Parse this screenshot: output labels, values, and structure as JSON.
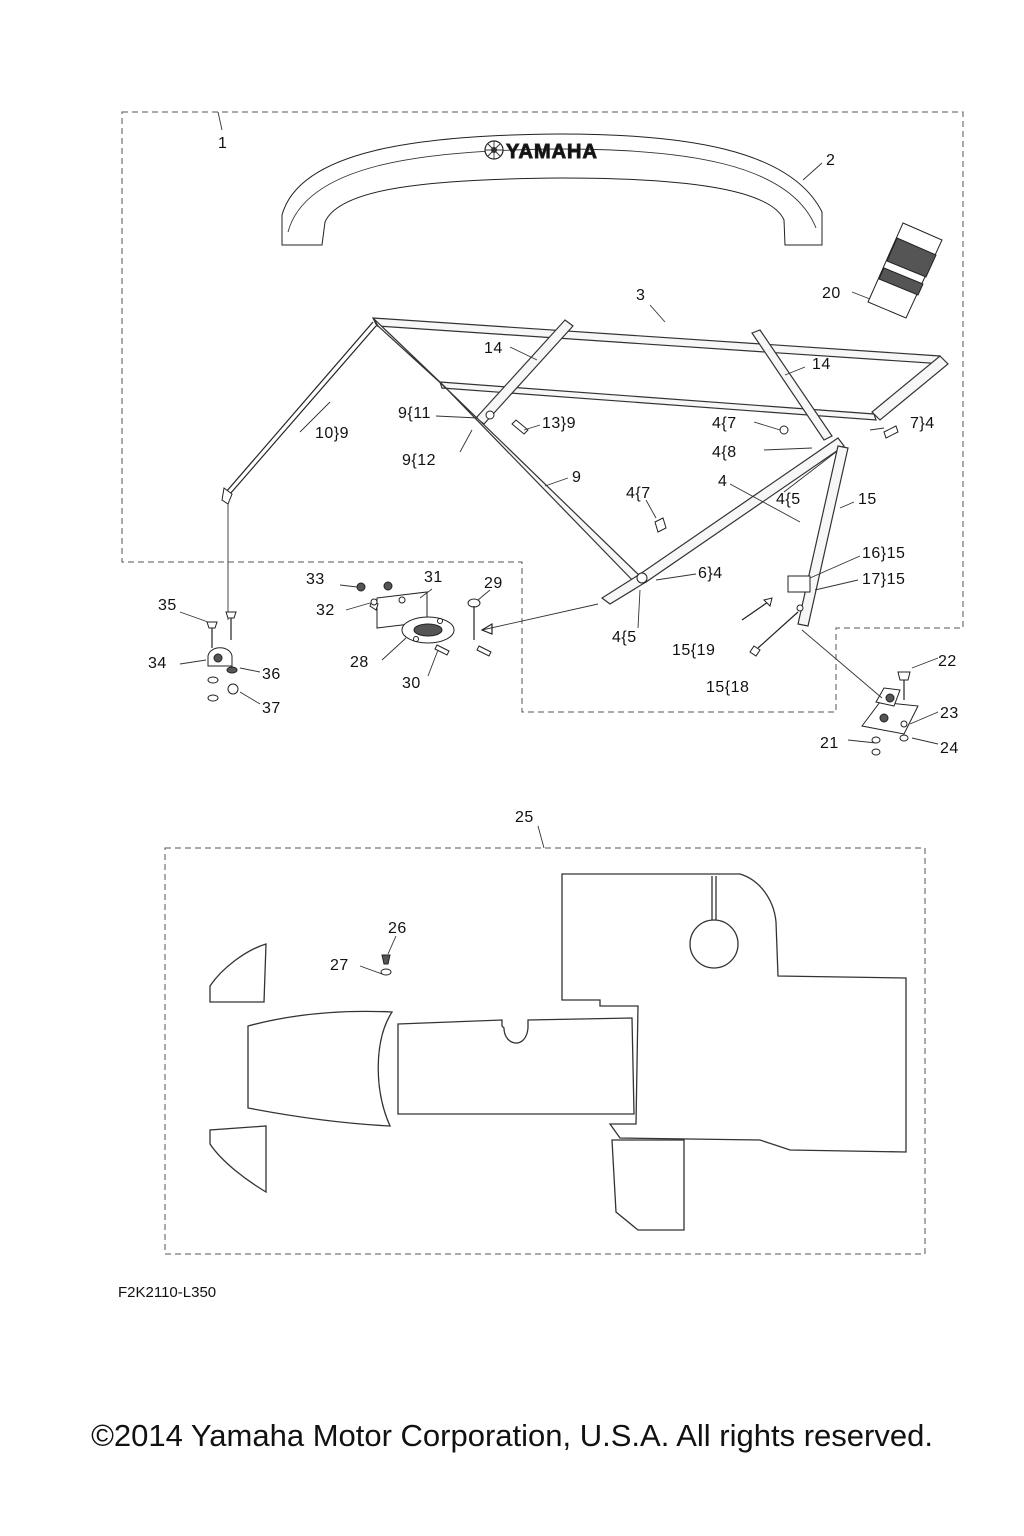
{
  "brand_logo_text": "YAMAHA",
  "drawing_code": "F2K2110-L350",
  "copyright": "©2014 Yamaha Motor Corporation, U.S.A. All rights reserved.",
  "callouts": {
    "c1": "1",
    "c2": "2",
    "c3": "3",
    "c4a": "4",
    "c4_7a": "4{7",
    "c7_4": "7}4",
    "c4_8": "4{8",
    "c4_5a": "4{5",
    "c4_7b": "4{7",
    "c6_4": "6}4",
    "c4_5b": "4{5",
    "c9": "9",
    "c9_11": "9{11",
    "c9_12": "9{12",
    "c10_9": "10}9",
    "c13_9": "13}9",
    "c14a": "14",
    "c14b": "14",
    "c15": "15",
    "c16_15": "16}15",
    "c17_15": "17}15",
    "c15_19": "15{19",
    "c15_18": "15{18",
    "c20": "20",
    "c21": "21",
    "c22": "22",
    "c23": "23",
    "c24": "24",
    "c25": "25",
    "c26": "26",
    "c27": "27",
    "c28": "28",
    "c29": "29",
    "c30": "30",
    "c31": "31",
    "c32": "32",
    "c33": "33",
    "c34": "34",
    "c35": "35",
    "c36": "36",
    "c37": "37"
  }
}
